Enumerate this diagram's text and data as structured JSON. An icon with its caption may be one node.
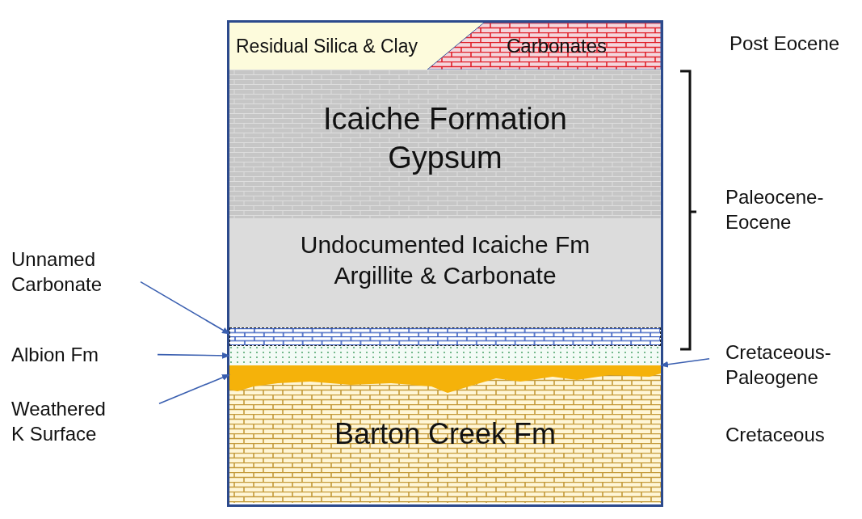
{
  "diagram": {
    "nodes": [
      {
        "text": [
          "Residual Silica & Clay"
        ]
      },
      {
        "text": [
          "Carbonates"
        ],
        "in": 0
      },
      {
        "text": [
          "Icaiche Formation Gypsum"
        ]
      },
      {
        "text": [
          "Undocumented Icaiche Fm Argillite & Carbonate"
        ]
      },
      {
        "text": [],
        "shape": "bar"
      },
      {
        "text": [],
        "shape": "bar"
      },
      {
        "text": [],
        "shape": "bar",
        "in": 7
      },
      {
        "text": [
          "Barton Creek Fm"
        ]
      },
      {
        "text": [
          "Unnamed Carbonate"
        ]
      },
      {
        "text": [
          "Albion Fm"
        ]
      },
      {
        "text": [
          "Weathered K Surface"
        ]
      },
      {
        "text": [
          "Cretaceous-Paleogene"
        ]
      }
    ],
    "edges": [
      {
        "from": 8,
        "to": 4,
        "arrow": "to"
      },
      {
        "from": 9,
        "to": 5,
        "arrow": "to"
      },
      {
        "from": 10,
        "to": 6,
        "arrow": "to"
      },
      {
        "from": 11,
        "to": 6,
        "arrow": "to"
      }
    ],
    "labels": [
      "Post Eocene",
      "Paleocene-Eocene",
      "Cretaceous"
    ]
  }
}
